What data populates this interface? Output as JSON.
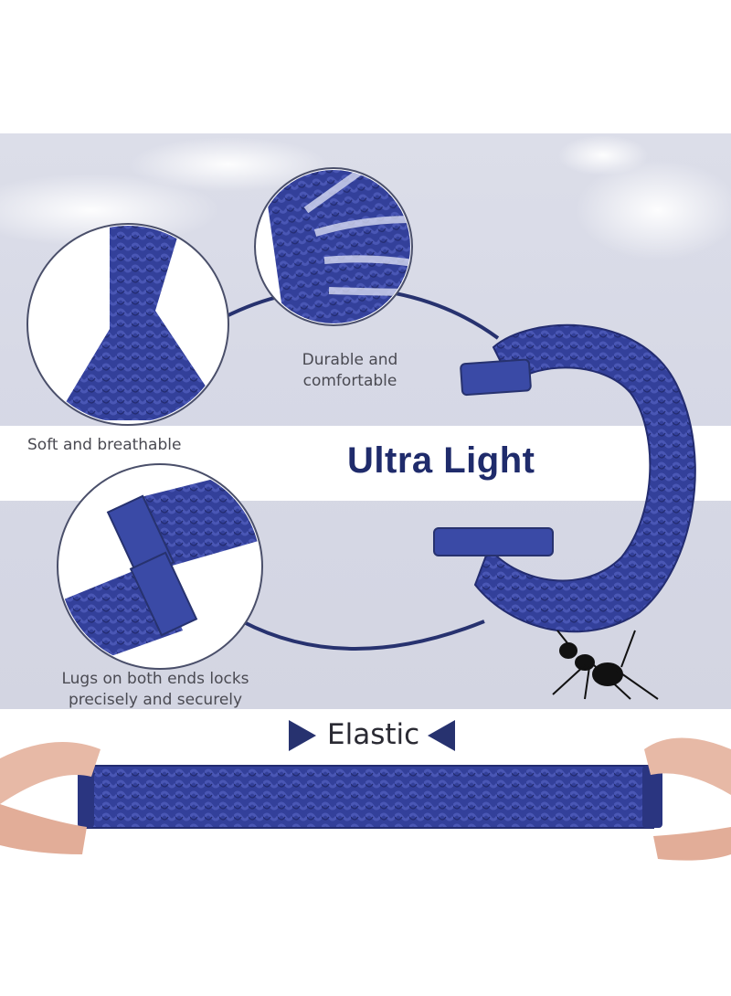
{
  "features": {
    "durable": "Durable and",
    "durable_line2": "comfortable",
    "soft": "Soft and breathable",
    "lugs": "Lugs on both ends locks",
    "lugs_line2": "precisely and securely"
  },
  "headline": "Ultra Light",
  "stretch_label": "Elastic",
  "colors": {
    "band": "#34409a",
    "band_dark": "#26307a",
    "accent": "#27326f",
    "sky": "#d7d9e6"
  },
  "icons": {
    "left_arrow": "triangle-right-icon",
    "right_arrow": "triangle-left-icon"
  }
}
